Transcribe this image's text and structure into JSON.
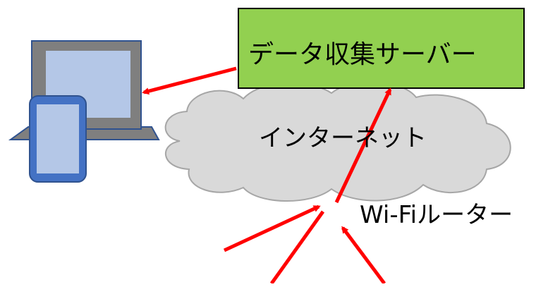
{
  "diagram": {
    "server": {
      "label": "データ収集サーバー",
      "fill": "#92d050",
      "stroke": "#000000"
    },
    "internet": {
      "label": "インターネット",
      "fill": "#d9d9d9",
      "stroke": "#a6a6a6"
    },
    "router": {
      "label": "Wi-Fiルーター"
    },
    "laptop": {
      "screen_fill": "#b4c7e7",
      "frame_fill": "#7f7f7f"
    },
    "phone": {
      "fill": "#b4c7e7",
      "stroke": "#4472c4"
    },
    "arrow_color": "#ff0000"
  }
}
